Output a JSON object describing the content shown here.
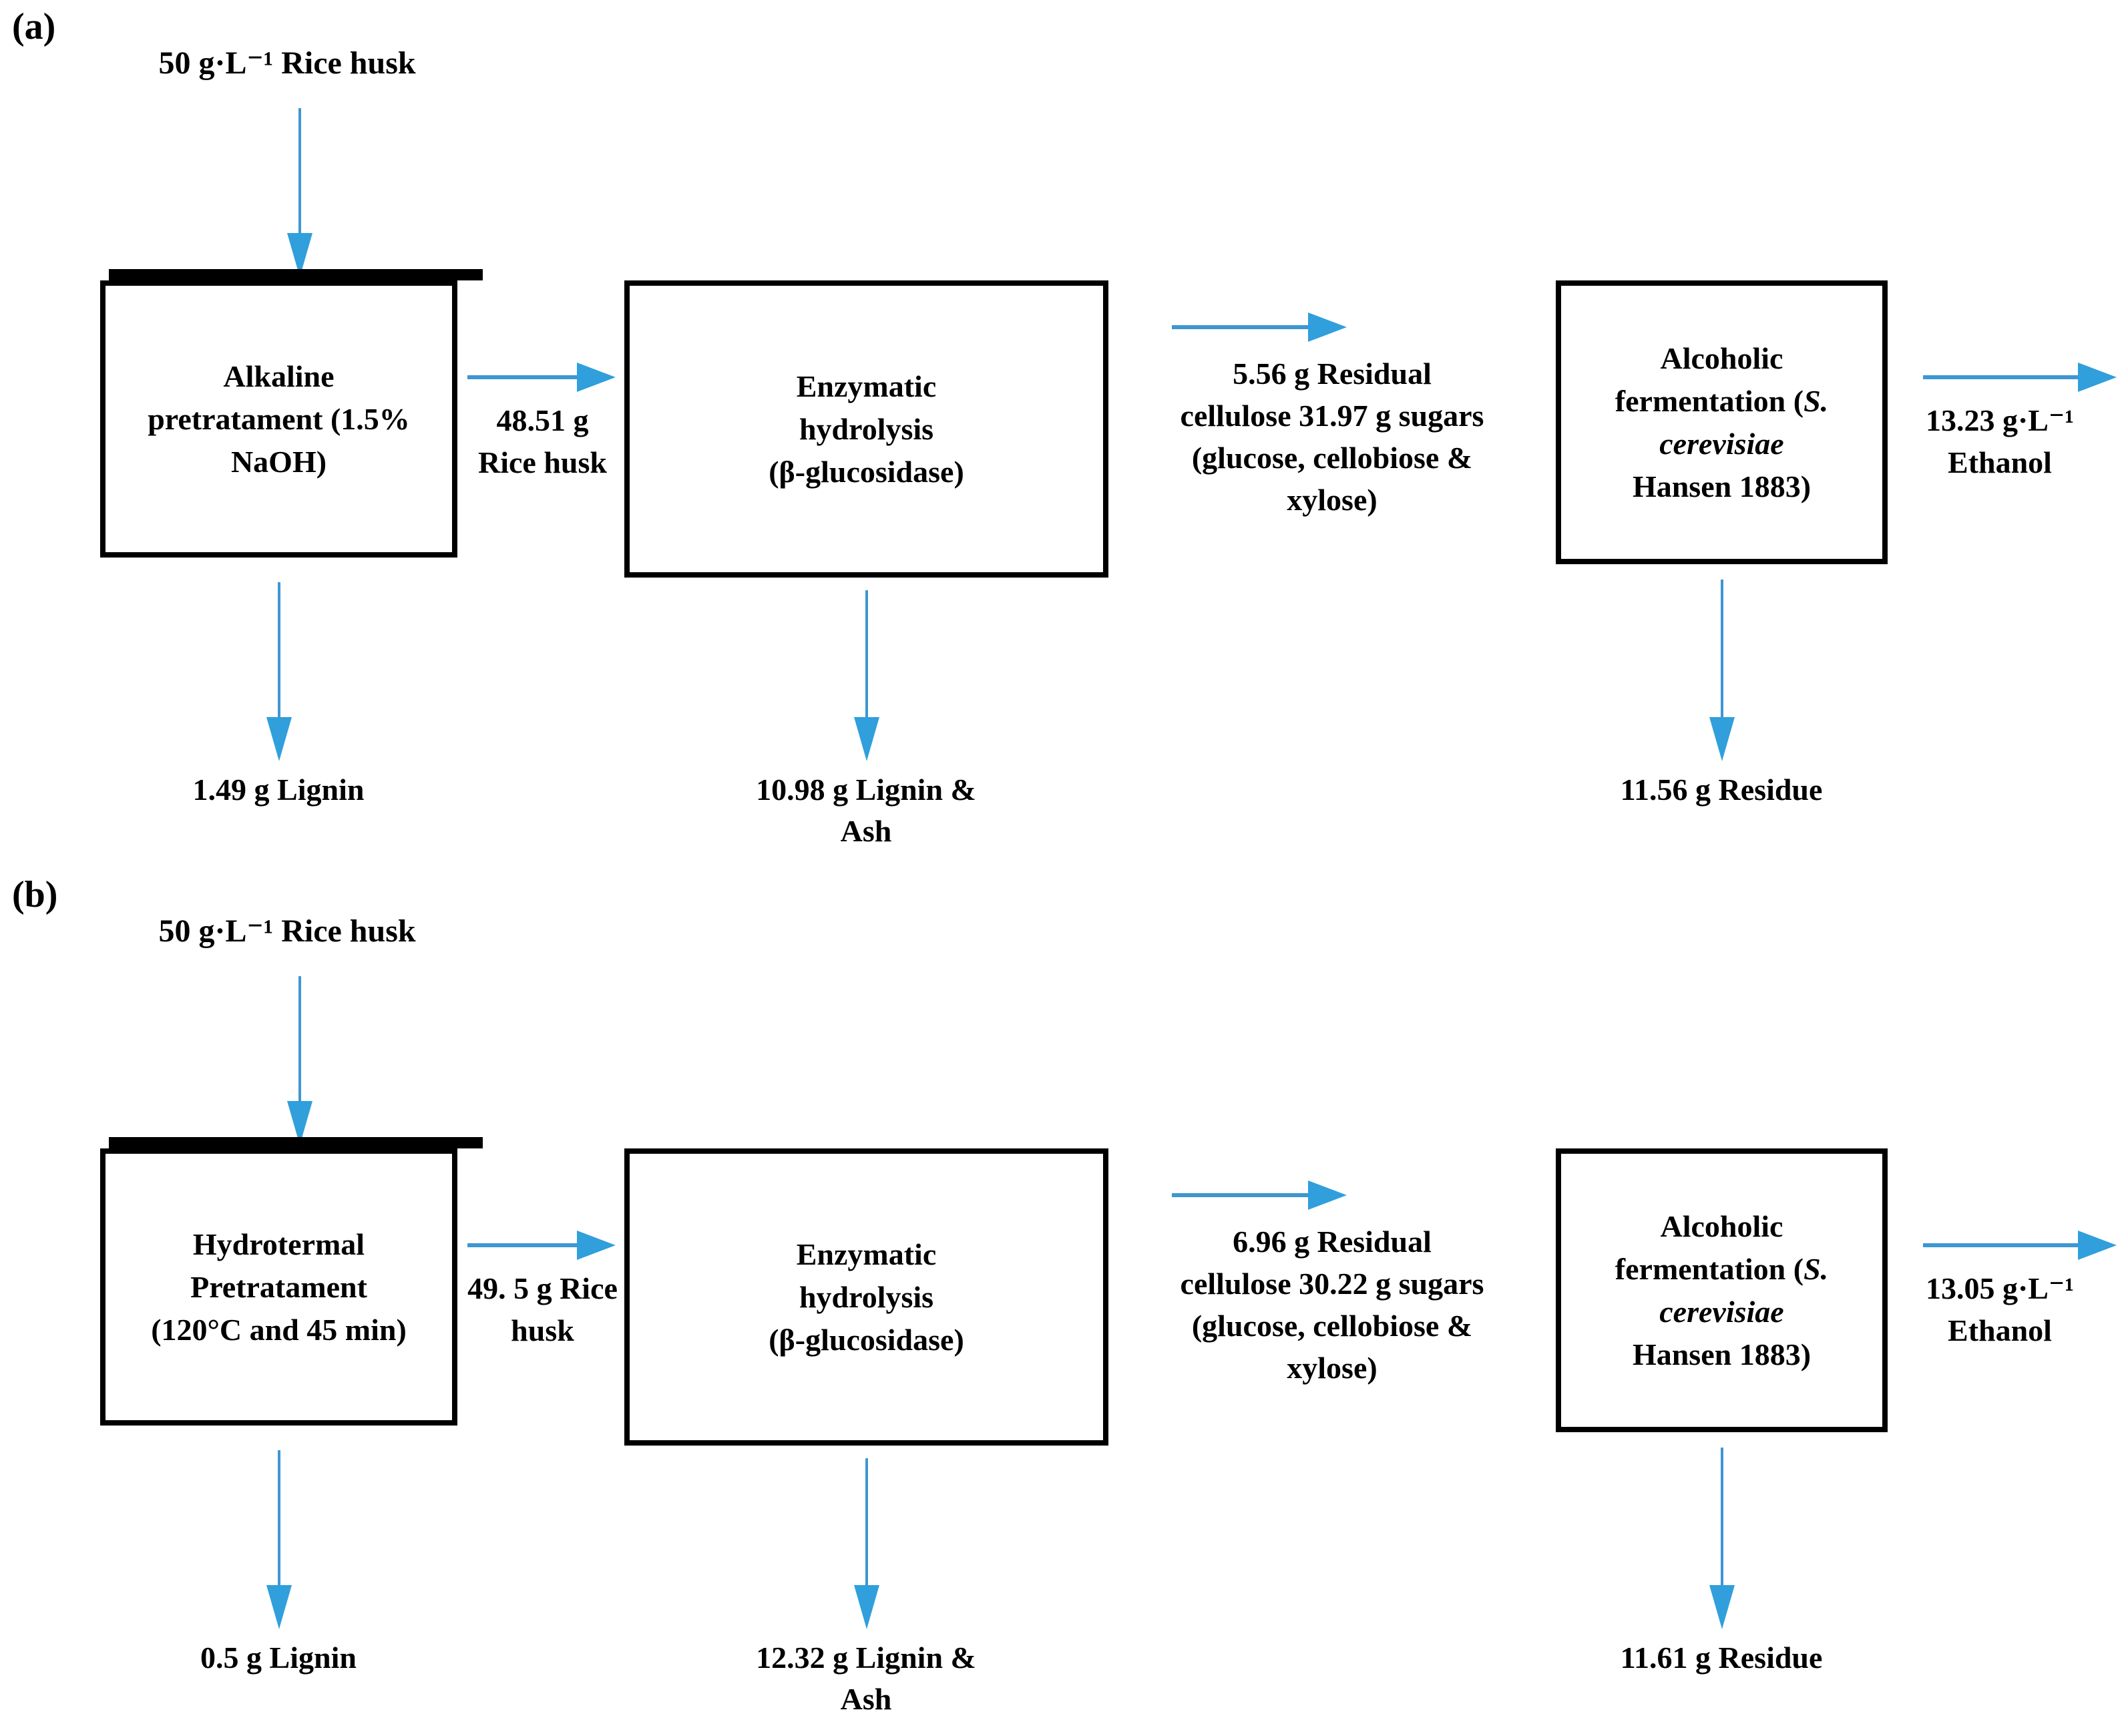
{
  "colors": {
    "arrow_line": "#3E96D2",
    "arrow_head": "#309FDC",
    "ink": "#000000",
    "box_border": "#000000",
    "background": "#ffffff"
  },
  "diagrams": [
    {
      "section_label": "(a)",
      "input_label": "50 g·L⁻¹ Rice husk",
      "boxes": [
        {
          "title_lines": [
            [
              "Alkaline"
            ],
            [
              "pretratament (1.5%"
            ],
            [
              "NaOH)"
            ]
          ]
        },
        {
          "title_lines": [
            [
              "Enzymatic"
            ],
            [
              "hydrolysis"
            ],
            [
              "(β-glucosidase)"
            ]
          ]
        },
        {
          "title_lines": [
            [
              "Alcoholic"
            ],
            [
              "fermentation (",
              {
                "t": "S.",
                "i": true
              }
            ],
            [
              {
                "t": "cerevisiae",
                "i": true
              }
            ],
            [
              "Hansen 1883)"
            ]
          ]
        }
      ],
      "flow_labels": [
        [
          "48.51 g",
          "Rice husk"
        ],
        [
          "5.56 g Residual",
          "cellulose 31.97 g sugars",
          "(glucose, cellobiose &",
          "xylose)"
        ],
        [
          "13.23 g·L⁻¹",
          "Ethanol"
        ]
      ],
      "output_labels": [
        [
          "1.49 g Lignin"
        ],
        [
          "10.98 g Lignin &",
          "Ash"
        ],
        [
          "11.56 g Residue"
        ]
      ]
    },
    {
      "section_label": "(b)",
      "input_label": "50 g·L⁻¹ Rice husk",
      "boxes": [
        {
          "title_lines": [
            [
              "Hydrotermal"
            ],
            [
              "Pretratament"
            ],
            [
              "(120°C and 45 min)"
            ]
          ]
        },
        {
          "title_lines": [
            [
              "Enzymatic"
            ],
            [
              "hydrolysis"
            ],
            [
              "(β-glucosidase)"
            ]
          ]
        },
        {
          "title_lines": [
            [
              "Alcoholic"
            ],
            [
              "fermentation (",
              {
                "t": "S.",
                "i": true
              }
            ],
            [
              {
                "t": "cerevisiae",
                "i": true
              }
            ],
            [
              "Hansen 1883)"
            ]
          ]
        }
      ],
      "flow_labels": [
        [
          "49. 5 g Rice",
          "husk"
        ],
        [
          "6.96 g Residual",
          "cellulose 30.22 g sugars",
          "(glucose, cellobiose &",
          "xylose)"
        ],
        [
          "13.05 g·L⁻¹",
          "Ethanol"
        ]
      ],
      "output_labels": [
        [
          "0.5 g Lignin"
        ],
        [
          "12.32 g Lignin &",
          "Ash"
        ],
        [
          "11.61 g Residue"
        ]
      ]
    }
  ]
}
